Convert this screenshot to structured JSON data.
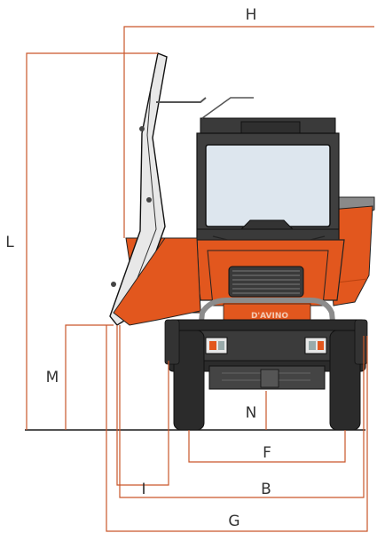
{
  "diagram": {
    "brand_logo_text": "D'AVINO",
    "dimension_labels": {
      "H": "H",
      "L": "L",
      "M": "M",
      "N": "N",
      "F": "F",
      "I": "I",
      "B": "B",
      "G": "G"
    },
    "colors": {
      "dimension_line": "#c9562a",
      "body_orange": "#e2571e",
      "body_orange_dark": "#b9410f",
      "cab_dark": "#3a3a3a",
      "glass": "#dde6ee",
      "tire": "#2b2b2b",
      "ground": "#1a1a1a",
      "label": "#333333"
    }
  }
}
